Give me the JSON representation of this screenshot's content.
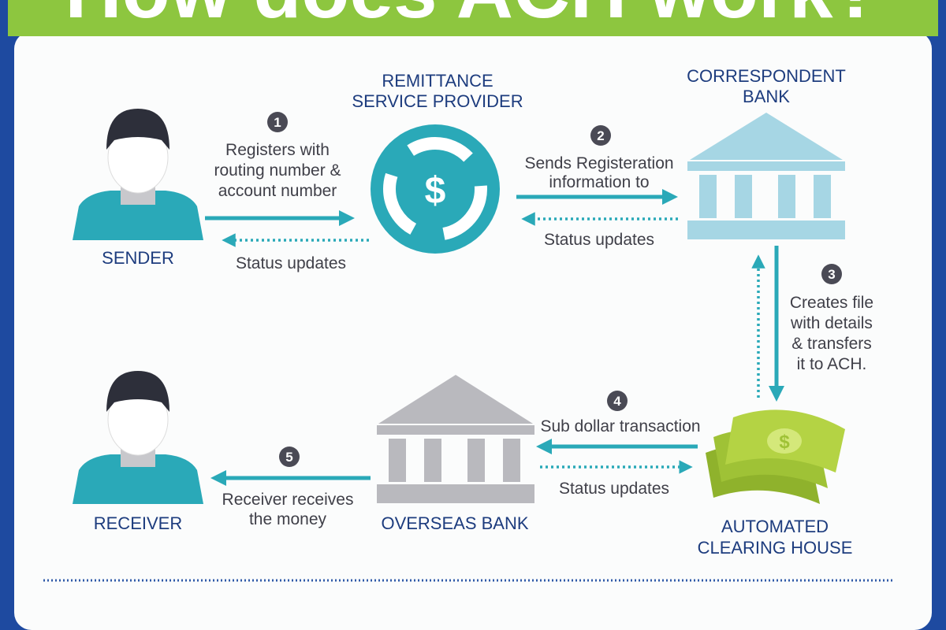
{
  "title": "How does ACH work?",
  "colors": {
    "background": "#1e4aa0",
    "banner": "#8dc63f",
    "teal": "#2aa9b8",
    "label": "#1d3c7e",
    "text": "#3f3f48",
    "gray_bank": "#b9b9be",
    "money": "#a8c93a"
  },
  "nodes": {
    "sender": {
      "label": "SENDER",
      "icon": "person-icon"
    },
    "rsp": {
      "label_line1": "REMITTANCE",
      "label_line2": "SERVICE PROVIDER",
      "icon": "dollar-cycle-icon"
    },
    "correspondent": {
      "label_line1": "CORRESPONDENT",
      "label_line2": "BANK",
      "icon": "bank-icon"
    },
    "ach": {
      "label_line1": "AUTOMATED",
      "label_line2": "CLEARING HOUSE",
      "icon": "money-icon"
    },
    "overseas": {
      "label": "OVERSEAS BANK",
      "icon": "bank-icon"
    },
    "receiver": {
      "label": "RECEIVER",
      "icon": "person-icon"
    }
  },
  "steps": [
    {
      "number": "1",
      "lines": [
        "Registers with",
        "routing number &",
        "account number"
      ],
      "return": "Status updates"
    },
    {
      "number": "2",
      "lines": [
        "Sends Registeration",
        "information to"
      ],
      "return": "Status updates"
    },
    {
      "number": "3",
      "lines": [
        "Creates file",
        "with details",
        "& transfers",
        "it to ACH."
      ]
    },
    {
      "number": "4",
      "lines": [
        "Sub dollar transaction"
      ],
      "return": "Status updates"
    },
    {
      "number": "5",
      "lines": [
        "Receiver receives",
        "the money"
      ]
    }
  ]
}
